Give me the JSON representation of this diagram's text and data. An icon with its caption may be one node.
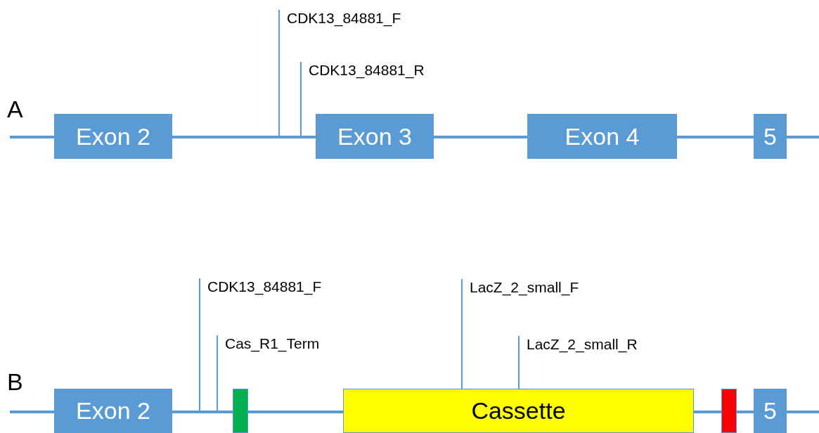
{
  "diagram": {
    "nodes": [
      {
        "text": [
          "Exon 2"
        ]
      },
      {
        "text": [
          "Exon 3"
        ]
      },
      {
        "text": [
          "Exon 4"
        ]
      },
      {
        "text": [
          "5"
        ]
      },
      {
        "text": [
          "CDK13_84881_F"
        ]
      },
      {
        "text": [
          "CDK13_84881_R"
        ]
      },
      {
        "text": [
          "Exon 2"
        ]
      },
      {
        "text": [],
        "shape": "box"
      },
      {
        "text": [
          "Cassette"
        ]
      },
      {
        "text": [],
        "shape": "box"
      },
      {
        "text": [
          "5"
        ]
      },
      {
        "text": [
          "CDK13_84881_F"
        ]
      },
      {
        "text": [
          "Cas_R1_Term"
        ]
      },
      {
        "text": [
          "LacZ_2_small_F"
        ]
      },
      {
        "text": [
          "LacZ_2_small_R"
        ]
      }
    ],
    "edges": [
      {
        "from": null,
        "to": 0,
        "arrow": "none"
      },
      {
        "from": 0,
        "to": 1,
        "arrow": "none"
      },
      {
        "from": 1,
        "to": 2,
        "arrow": "none"
      },
      {
        "from": 2,
        "to": 3,
        "arrow": "none"
      },
      {
        "from": 3,
        "to": null,
        "arrow": "none"
      },
      {
        "from": 4,
        "to": null,
        "arrow": "none"
      },
      {
        "from": 5,
        "to": null,
        "arrow": "none"
      },
      {
        "from": null,
        "to": 6,
        "arrow": "none"
      },
      {
        "from": 6,
        "to": 7,
        "arrow": "none"
      },
      {
        "from": 7,
        "to": 8,
        "arrow": "none"
      },
      {
        "from": 8,
        "to": 9,
        "arrow": "none"
      },
      {
        "from": 9,
        "to": 10,
        "arrow": "none"
      },
      {
        "from": 10,
        "to": null,
        "arrow": "none"
      },
      {
        "from": 11,
        "to": null,
        "arrow": "none"
      },
      {
        "from": 12,
        "to": null,
        "arrow": "none"
      },
      {
        "from": 13,
        "to": 8,
        "arrow": "none"
      },
      {
        "from": 14,
        "to": 8,
        "arrow": "none"
      }
    ],
    "labels": [
      "A",
      "B"
    ]
  }
}
